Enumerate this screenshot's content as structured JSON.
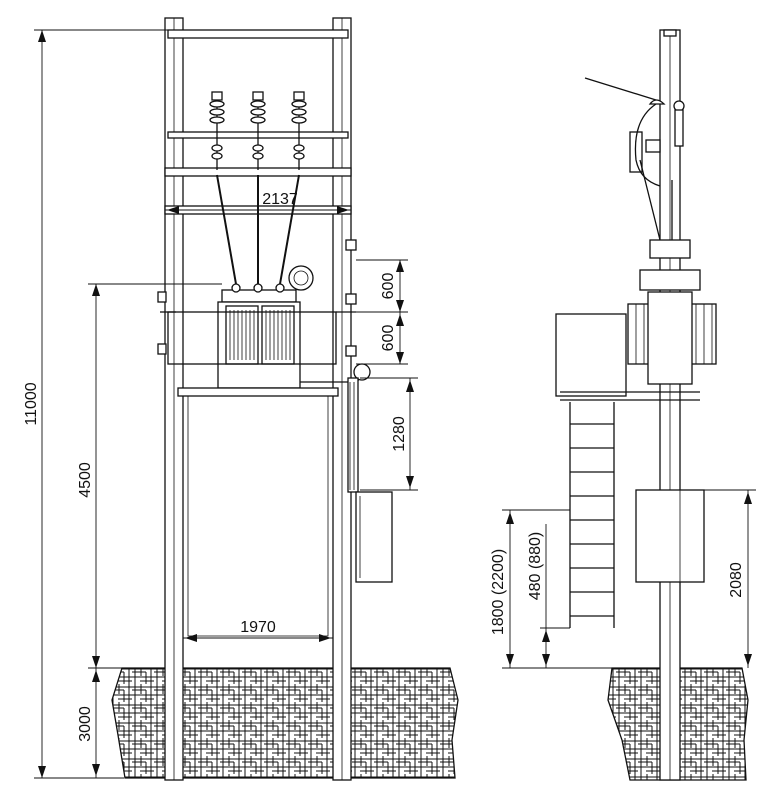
{
  "colors": {
    "line": "#111111",
    "background": "#ffffff"
  },
  "dimensions": {
    "total_height": "11000",
    "transformer_level": "4500",
    "foundation_depth": "3000",
    "top_frame_width": "2137",
    "pole_spacing": "1970",
    "upper_spacing": "600",
    "lower_spacing": "600",
    "cabinet_drop": "1280",
    "platform_height": "1800 (2200)",
    "step_height": "480 (880)",
    "cabinet_height": "2080"
  }
}
